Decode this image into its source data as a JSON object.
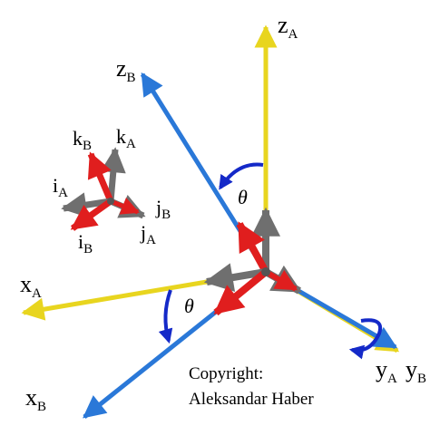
{
  "labels": {
    "zA": {
      "base": "z",
      "sub": "A"
    },
    "zB": {
      "base": "z",
      "sub": "B"
    },
    "xA": {
      "base": "x",
      "sub": "A"
    },
    "xB": {
      "base": "x",
      "sub": "B"
    },
    "yA": {
      "base": "y",
      "sub": "A"
    },
    "yB": {
      "base": "y",
      "sub": "B"
    },
    "kB": {
      "base": "k",
      "sub": "B"
    },
    "kA": {
      "base": "k",
      "sub": "A"
    },
    "iA": {
      "base": "i",
      "sub": "A"
    },
    "iB": {
      "base": "i",
      "sub": "B"
    },
    "jB": {
      "base": "j",
      "sub": "B"
    },
    "jA": {
      "base": "j",
      "sub": "A"
    }
  },
  "theta": "θ",
  "copyright": {
    "line1": "Copyright:",
    "line2": "Aleksandar Haber"
  },
  "colors": {
    "frame_A": "#f2e23a",
    "frame_B": "#2a78d8",
    "unit_B": "#e01e1e",
    "unit_A": "#6f6f6f",
    "rotation_arrow": "#1429c8"
  }
}
